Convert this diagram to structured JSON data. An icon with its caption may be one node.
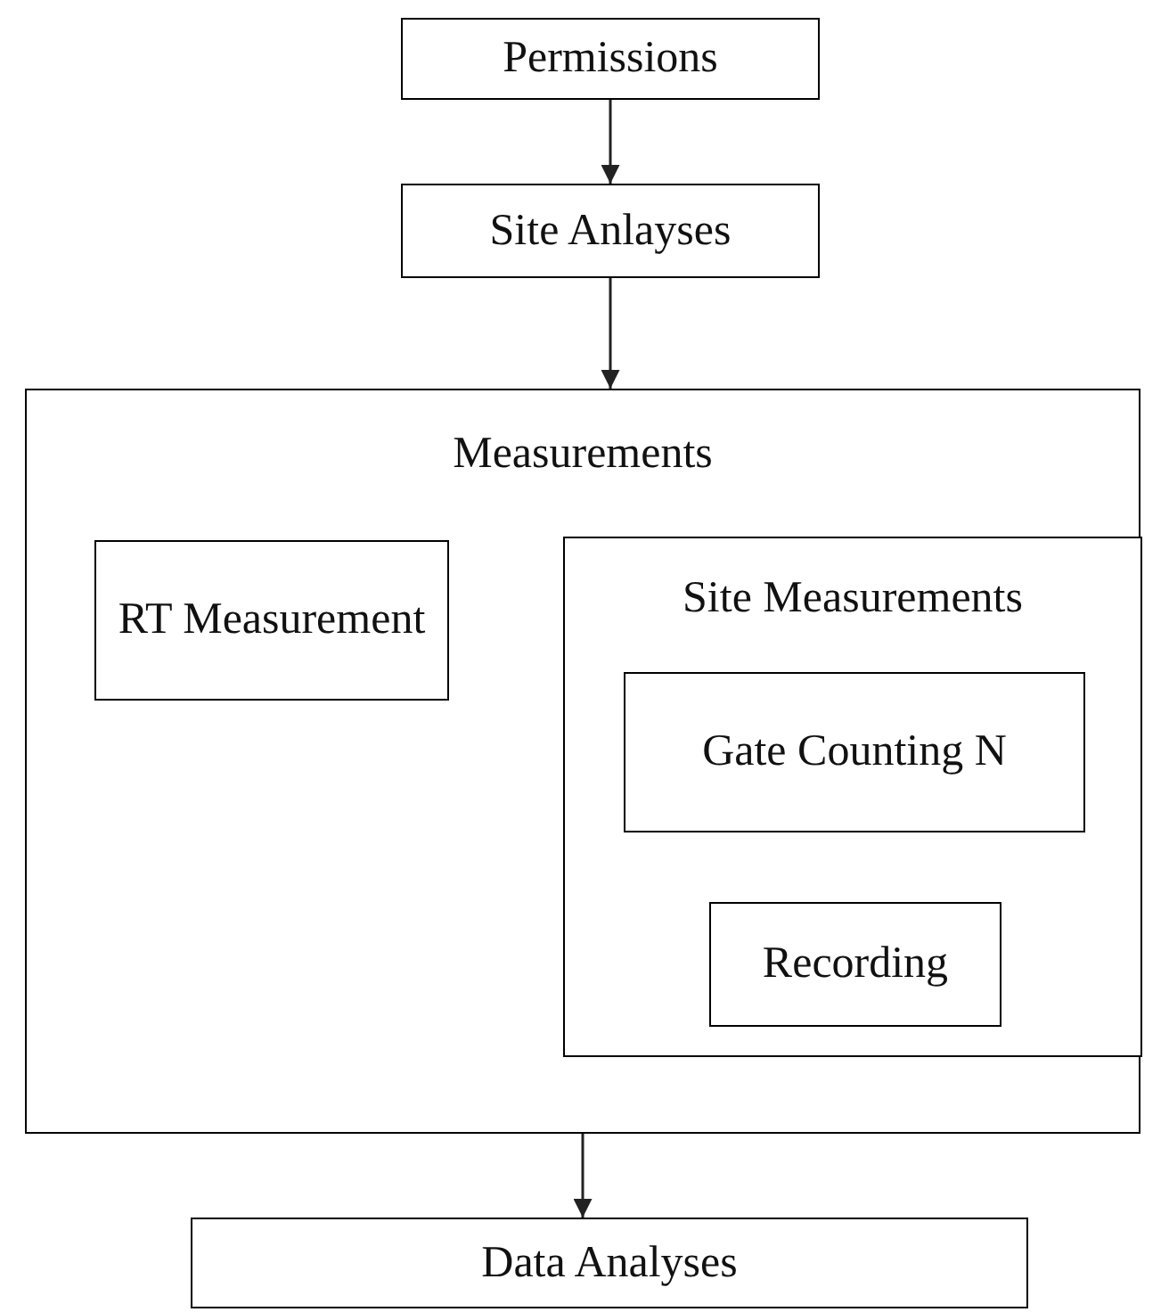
{
  "diagram": {
    "nodes": [
      {
        "text": [
          "Permissions"
        ]
      },
      {
        "text": [
          "Site Anlayses"
        ]
      },
      {
        "text": [
          "Measurements"
        ]
      },
      {
        "text": [
          "RT Measurement"
        ],
        "in": 2
      },
      {
        "text": [
          "Site Measurements"
        ],
        "in": 2
      },
      {
        "text": [
          "Gate Counting N"
        ],
        "in": 4
      },
      {
        "text": [
          "Recording"
        ],
        "in": 4
      },
      {
        "text": [
          "Data Analyses"
        ]
      }
    ],
    "edges": [
      {
        "from": 0,
        "to": 1,
        "arrow": "to"
      },
      {
        "from": 1,
        "to": 2,
        "arrow": "to"
      },
      {
        "from": 2,
        "to": 7,
        "arrow": "to"
      }
    ]
  }
}
